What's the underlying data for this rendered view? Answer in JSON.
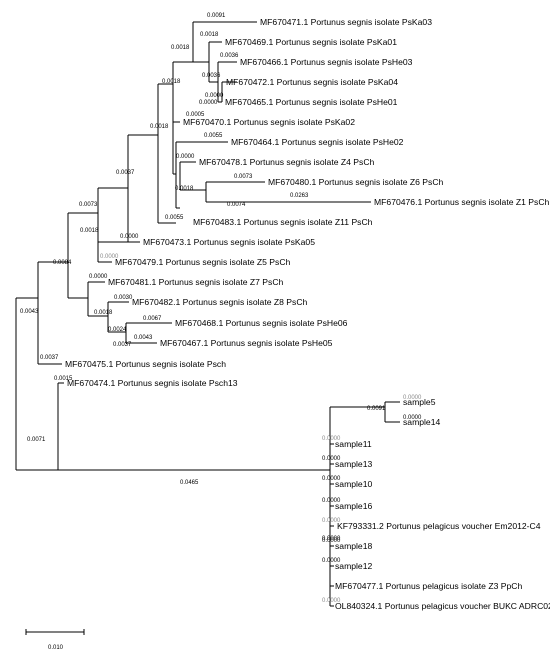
{
  "tree": {
    "leaves": [
      {
        "id": "L1",
        "label": "MF670471.1 Portunus segnis isolate PsKa03"
      },
      {
        "id": "L2",
        "label": "MF670469.1 Portunus segnis isolate PsKa01"
      },
      {
        "id": "L3",
        "label": "MF670466.1 Portunus segnis isolate PsHe03"
      },
      {
        "id": "L4",
        "label": "MF670472.1 Portunus segnis isolate PsKa04"
      },
      {
        "id": "L5",
        "label": "MF670465.1 Portunus segnis isolate PsHe01"
      },
      {
        "id": "L6",
        "label": "MF670470.1 Portunus segnis isolate PsKa02"
      },
      {
        "id": "L7",
        "label": "MF670464.1 Portunus segnis isolate PsHe02"
      },
      {
        "id": "L8",
        "label": "MF670478.1 Portunus segnis isolate Z4 PsCh"
      },
      {
        "id": "L9",
        "label": "MF670480.1 Portunus segnis isolate Z6 PsCh"
      },
      {
        "id": "L10",
        "label": "MF670476.1 Portunus segnis isolate Z1 PsCh"
      },
      {
        "id": "L11",
        "label": "MF670483.1 Portunus segnis isolate Z11 PsCh"
      },
      {
        "id": "L12",
        "label": "MF670473.1 Portunus segnis isolate PsKa05"
      },
      {
        "id": "L13",
        "label": "MF670479.1 Portunus segnis isolate Z5 PsCh"
      },
      {
        "id": "L14",
        "label": "MF670481.1 Portunus segnis isolate Z7 PsCh"
      },
      {
        "id": "L15",
        "label": "MF670482.1 Portunus segnis isolate Z8 PsCh"
      },
      {
        "id": "L16",
        "label": "MF670468.1 Portunus segnis isolate PsHe06"
      },
      {
        "id": "L17",
        "label": "MF670467.1 Portunus segnis isolate PsHe05"
      },
      {
        "id": "L18",
        "label": "MF670475.1 Portunus segnis isolate Psch"
      },
      {
        "id": "L19",
        "label": "MF670474.1 Portunus segnis isolate Psch13"
      },
      {
        "id": "L20",
        "label": "sample5"
      },
      {
        "id": "L21",
        "label": "sample14"
      },
      {
        "id": "L22",
        "label": "sample11"
      },
      {
        "id": "L23",
        "label": "sample13"
      },
      {
        "id": "L24",
        "label": "sample10"
      },
      {
        "id": "L25",
        "label": "sample16"
      },
      {
        "id": "L26",
        "label": "KF793331.2 Portunus pelagicus voucher Em2012-C4"
      },
      {
        "id": "L27",
        "label": "sample18"
      },
      {
        "id": "L28",
        "label": "sample12"
      },
      {
        "id": "L29",
        "label": "MF670477.1 Portunus pelagicus isolate Z3 PpCh"
      },
      {
        "id": "L30",
        "label": "OL840324.1 Portunus pelagicus voucher BUKC ADRC02"
      }
    ],
    "branch_lengths": [
      {
        "id": "b1",
        "text": "0.0091"
      },
      {
        "id": "b2",
        "text": "0.0018"
      },
      {
        "id": "b3",
        "text": "0.0018"
      },
      {
        "id": "b4",
        "text": "0.0036"
      },
      {
        "id": "b5",
        "text": "0.0018"
      },
      {
        "id": "b6",
        "text": "0.0036"
      },
      {
        "id": "b7",
        "text": "0.0000"
      },
      {
        "id": "b8",
        "text": "0.0000"
      },
      {
        "id": "b9",
        "text": "0.0005"
      },
      {
        "id": "b10",
        "text": "0.0018"
      },
      {
        "id": "b11",
        "text": "0.0055"
      },
      {
        "id": "b12",
        "text": "0.0037"
      },
      {
        "id": "b13",
        "text": "0.0000"
      },
      {
        "id": "b14",
        "text": "0.0073"
      },
      {
        "id": "b15",
        "text": "0.0018"
      },
      {
        "id": "b16",
        "text": "0.0263"
      },
      {
        "id": "b17",
        "text": "0.0074"
      },
      {
        "id": "b18",
        "text": "0.0073"
      },
      {
        "id": "b19",
        "text": "0.0055"
      },
      {
        "id": "b20",
        "text": "0.0000"
      },
      {
        "id": "b21",
        "text": "0.0018"
      },
      {
        "id": "b22",
        "text": "0.0000",
        "muted": true
      },
      {
        "id": "b23",
        "text": "0.0084"
      },
      {
        "id": "b24",
        "text": "0.0000"
      },
      {
        "id": "b25",
        "text": "0.0030"
      },
      {
        "id": "b26",
        "text": "0.0018"
      },
      {
        "id": "b27",
        "text": "0.0067"
      },
      {
        "id": "b28",
        "text": "0.0024"
      },
      {
        "id": "b29",
        "text": "0.0043"
      },
      {
        "id": "b30",
        "text": "0.0037"
      },
      {
        "id": "b31",
        "text": "0.0043"
      },
      {
        "id": "b32",
        "text": "0.0037"
      },
      {
        "id": "b33",
        "text": "0.0015"
      },
      {
        "id": "b34",
        "text": "0.0071"
      },
      {
        "id": "b35",
        "text": "0.0465"
      },
      {
        "id": "b36",
        "text": "0.0000",
        "muted": true
      },
      {
        "id": "b37",
        "text": "0.0091"
      },
      {
        "id": "b38",
        "text": "0.0000"
      },
      {
        "id": "b39",
        "text": "0.0000",
        "muted": true
      },
      {
        "id": "b40",
        "text": "0.0000"
      },
      {
        "id": "b41",
        "text": "0.0000"
      },
      {
        "id": "b42",
        "text": "0.0000"
      },
      {
        "id": "b43",
        "text": "0.0000",
        "muted": true
      },
      {
        "id": "b44",
        "text": "0.0000"
      },
      {
        "id": "b45",
        "text": "0.0000"
      },
      {
        "id": "b46",
        "text": "0.0000"
      },
      {
        "id": "b47",
        "text": "0.0000",
        "muted": true
      }
    ],
    "scale_bar_label": "0.010"
  }
}
